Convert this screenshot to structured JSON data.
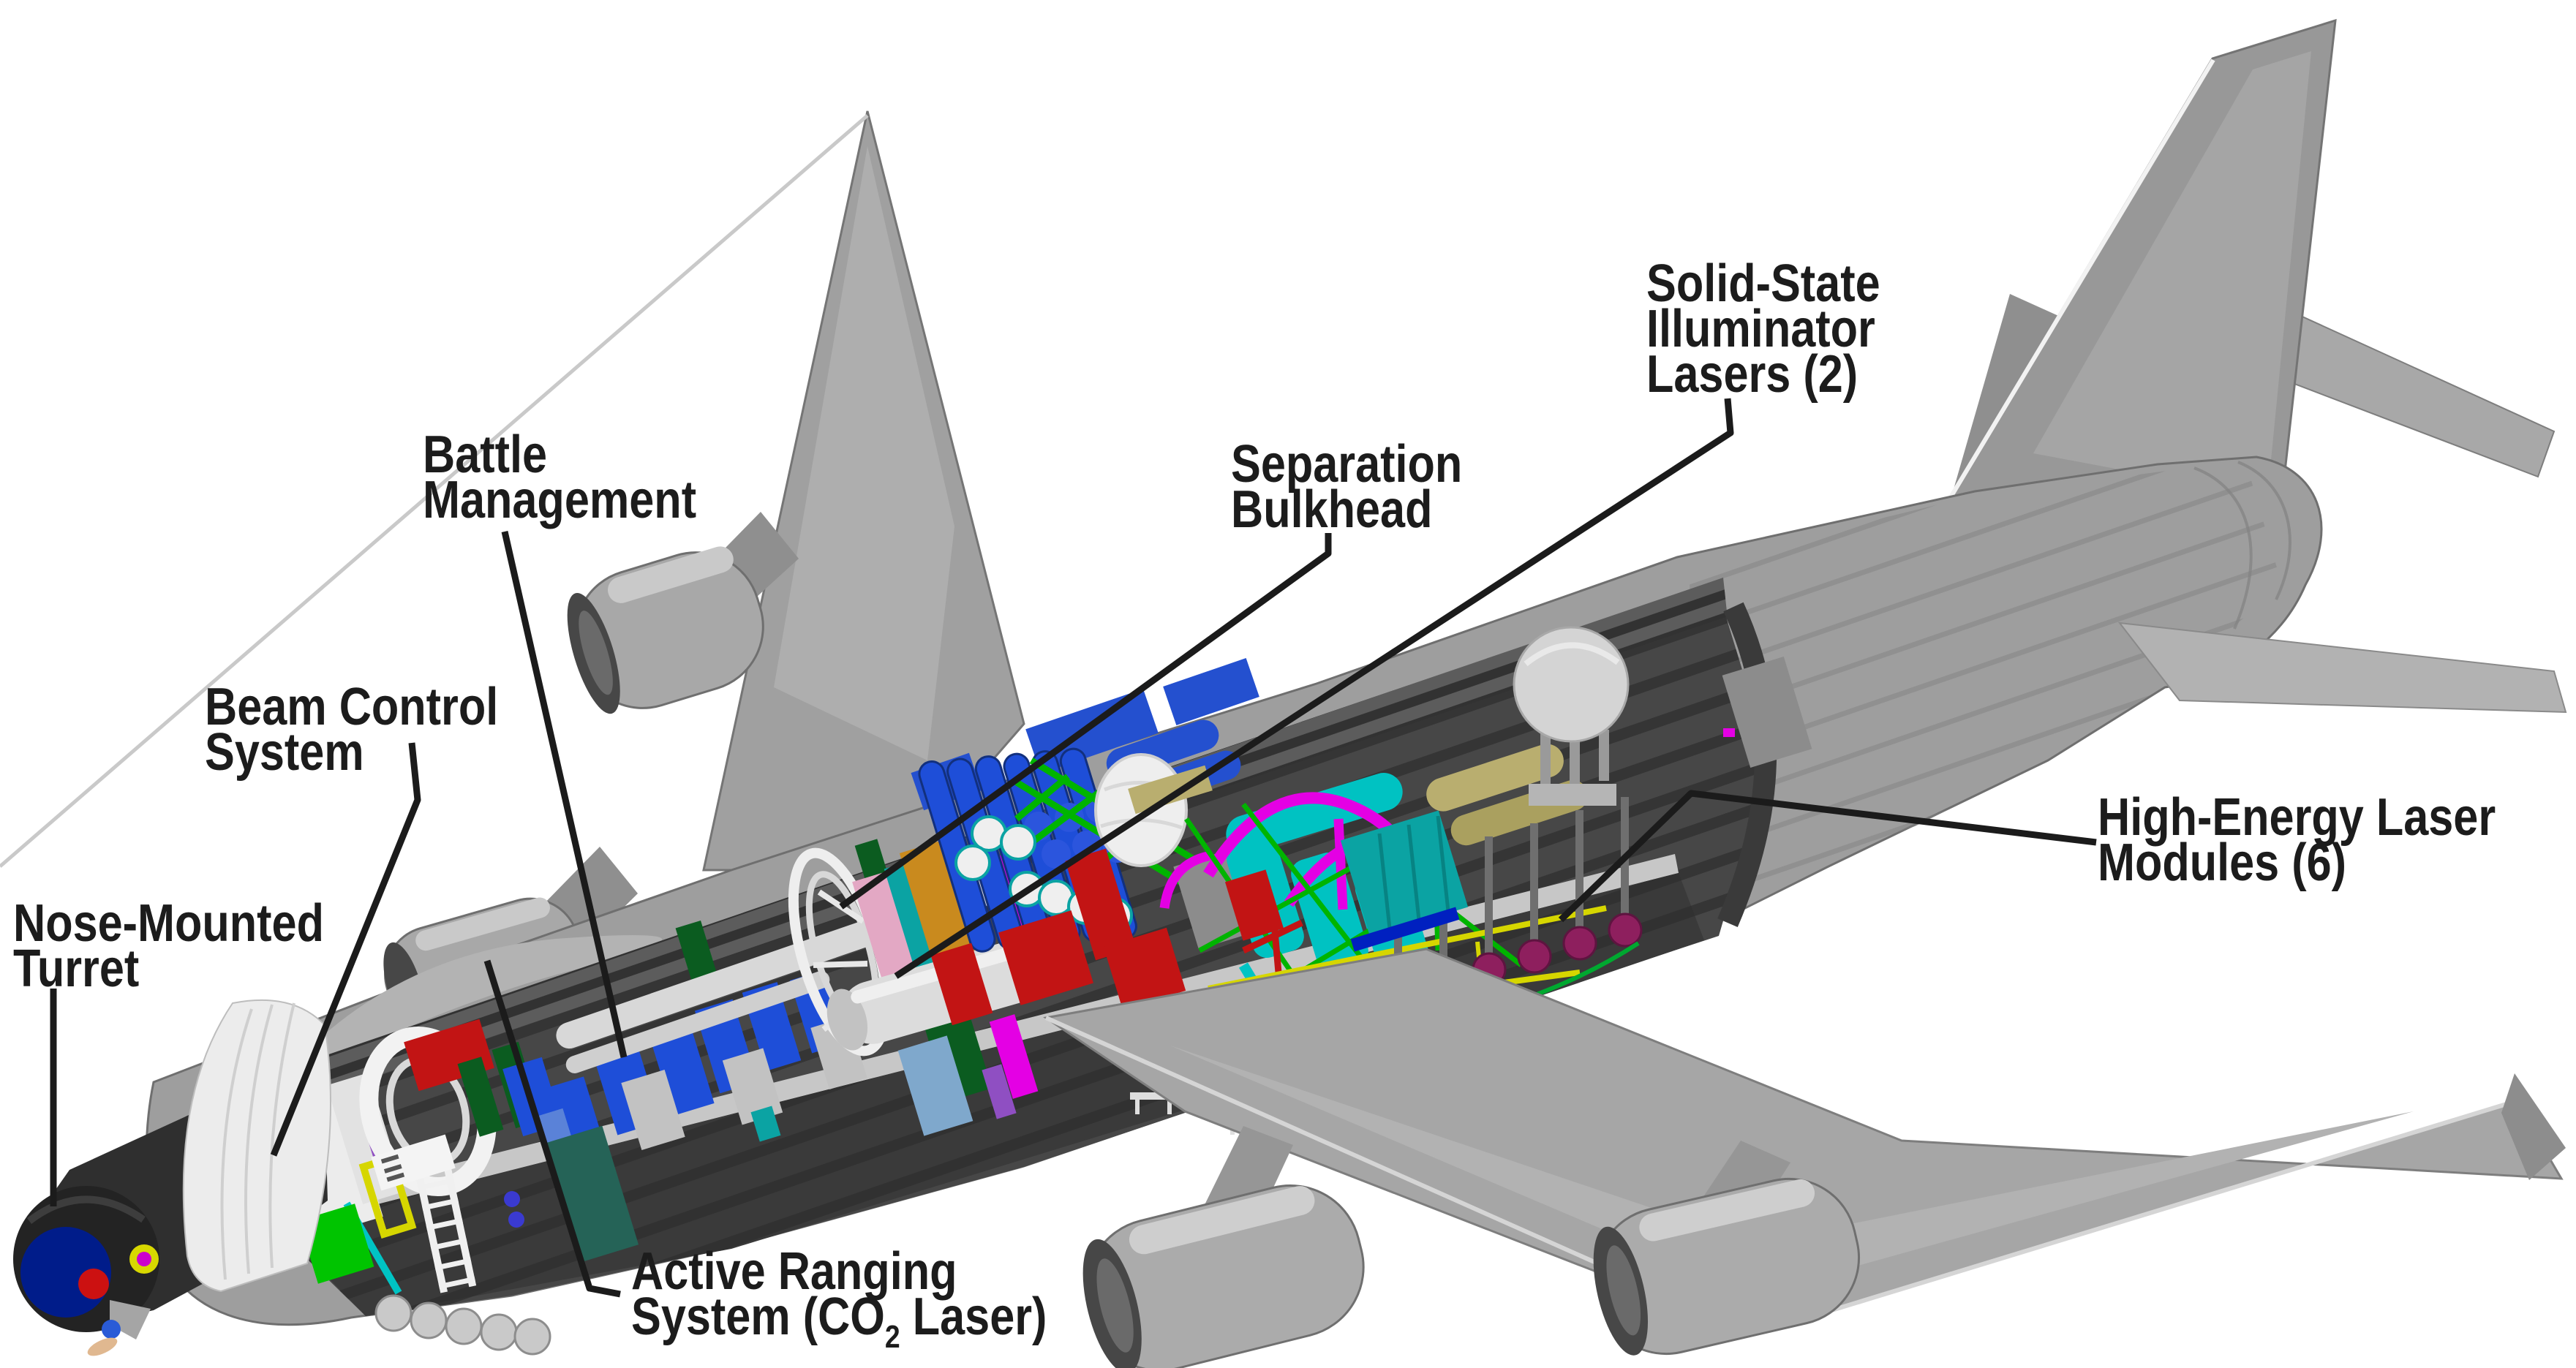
{
  "figure": {
    "background": "#ffffff",
    "leader_color": "#1b1b1b",
    "text_color": "#1c1c1c"
  },
  "labels": {
    "nose_turret": {
      "line1": "Nose-Mounted",
      "line2": "Turret"
    },
    "beam_control": {
      "line1": "Beam Control",
      "line2": "System"
    },
    "battle_management": {
      "line1": "Battle",
      "line2": "Management"
    },
    "active_ranging": {
      "line1": "Active Ranging",
      "line2_pre": "System (CO",
      "line2_sub": "2",
      "line2_post": " Laser)"
    },
    "separation_bulkhead": {
      "line1": "Separation",
      "line2": "Bulkhead"
    },
    "illuminator_lasers": {
      "line1": "Solid-State",
      "line2": "Illuminator",
      "line3": "Lasers (2)"
    },
    "hel_modules": {
      "line1": "High-Energy Laser",
      "line2": "Modules (6)"
    }
  },
  "palette": {
    "aircraft_gray": "#9e9e9e",
    "aircraft_light": "#b5b5b5",
    "aircraft_dark": "#7e7e7e",
    "interior_dark": "#474747",
    "interior_belly": "#3a3a3a",
    "rib_dark": "#262626",
    "cut_band": "#5c5c5c",
    "floor_light": "#c7c7c7",
    "turret_black": "#232323",
    "turret_window_blue": "#001c8a",
    "turret_dot_red": "#cc1111",
    "aperture_yellow": "#d8d800",
    "aperture_magenta": "#cc00cc",
    "radome_white": "#ececec",
    "equip_blue": "#1e4ed8",
    "equip_blue_light": "#5a82d8",
    "equip_green": "#00b400",
    "equip_dark_green": "#0b5c20",
    "equip_teal": "#0ba3a3",
    "equip_dark_teal": "#256357",
    "equip_cyan": "#00c4c4",
    "equip_red": "#c21414",
    "equip_magenta": "#e400e4",
    "equip_maroon": "#8e1f5e",
    "equip_yellow": "#d6d600",
    "equip_orange": "#c98a1e",
    "equip_pink": "#e3a8c4",
    "equip_violet": "#8f4fc2",
    "equip_steel_blue": "#7fa8cc",
    "equip_khaki": "#b9ae6f",
    "equip_white": "#efefef",
    "equip_gray": "#c2c2c2"
  }
}
